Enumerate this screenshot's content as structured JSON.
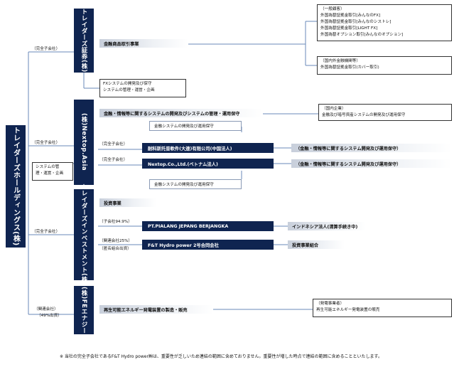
{
  "holding": {
    "name": "トレイダーズホールディングス(株)"
  },
  "holding_system_box": {
    "lines": [
      "システムの管",
      "理・運営・企画"
    ]
  },
  "securities": {
    "name": "トレイダーズ証券(株)",
    "relation": "（完全子会社）",
    "business": "金融商品取引事業",
    "customers_box": {
      "title": "（一般顧客）",
      "items": [
        "外国為替証拠金取引[みんなのFX]",
        "外国為替証拠金取引[みんなのシストレ]",
        "外国為替証拠金取引[LIGHT FX]",
        "外国為替オプション取引[みんなのオプション]"
      ]
    },
    "fi_box": {
      "title": "（国内外金融機関等）",
      "items": [
        "外国為替証拠金取引(カバー取引)"
      ]
    },
    "fx_system_box": {
      "lines": [
        "FXシステムの開発及び保守",
        "システムの管理・運営・企画"
      ]
    }
  },
  "nextop": {
    "name": "(株)Nextop.Asia",
    "relation": "（完全子会社）",
    "business": "金融・情報等に関するシステムの開発及びシステムの管理・運用保守",
    "domestic_box": {
      "title": "（国内企業）",
      "items": [
        "金融及び暗号資産システムの開発及び運用保守"
      ]
    },
    "upper_maint": "金融システムの開発及び運用保守",
    "lower_maint": "金融システムの開発及び運用保守",
    "sub1": {
      "relation": "（完全子会社）",
      "name": "耐科斯托普軟件(大連)有限公司(中国法人)",
      "desc": "（金融・情報等に関するシステム開発及び運用保守）"
    },
    "sub2": {
      "relation": "（完全子会社）",
      "name": "Nextop.Co.,Ltd.(ベトナム法人)",
      "desc": "（金融・情報等に関するシステム開発及び運用保守）"
    }
  },
  "investment": {
    "name": "トレイダーズインベストメント(株)",
    "relation": "（完全子会社）",
    "business": "投資事業",
    "sub1": {
      "relation": "（子会社94.9%）",
      "name": "PT.PIALANG JEPANG BERJANGKA",
      "desc": "インドネシア法人(清算手続き中)"
    },
    "sub2": {
      "relation1": "（関連会社25%）",
      "relation2": "（匿名組合出資）",
      "name": "F&T Hydro power 2号合同会社",
      "desc": "投資事業組合"
    }
  },
  "energy": {
    "name": "(株)FEエナジー",
    "relation1": "（関連会社）",
    "relation2": "（49%出資）",
    "business": "再生可能エネルギー発電装置の製造・販売",
    "producer_box": {
      "title": "（発電事業者）",
      "items": [
        "再生可能エネルギー発電装置の販売"
      ]
    }
  },
  "footnote": "※ 当社の完全子会社であるF&T Hydro power㈱は、重要性が乏しいため連結の範囲に含めておりません。重要性が増した時点で連結の範囲に含めることといたします。"
}
